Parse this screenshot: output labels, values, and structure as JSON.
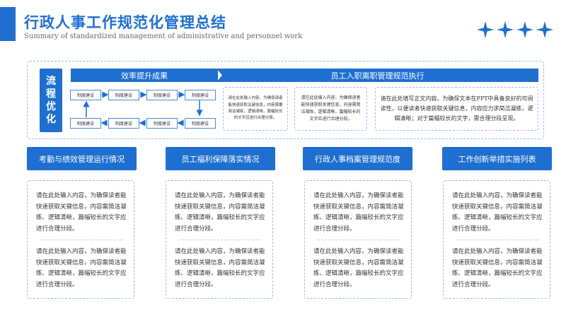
{
  "header": {
    "title": "行政人事工作规范化管理总结",
    "subtitle": "Summary of standardized management of administrative and personnel work"
  },
  "colors": {
    "accent": "#1e6fd0",
    "border": "#9dbbe2"
  },
  "flow": {
    "label": "流程优化",
    "banner_left": "效率提升成果",
    "banner_right": "员工入职离职管理规范执行",
    "steps": [
      "制度建设",
      "制度建设",
      "制度建设",
      "制度建设",
      "制度建设",
      "制度建设",
      "制度建设",
      "制度建设"
    ],
    "info_small_1": "请在此处输入内容，为确保读者能快速获取关键信息，内容需要简洁凝练，逻辑清晰，篇幅较长的文字应进行合理分段。",
    "info_small_2": "请在此处输入内容，为确保读者能快速获取关键信息，内容需简洁凝练，逻辑清晰，篇幅较长的文字应进行合理分段。",
    "info_large": "请在此处填写正文内容。为确保文本在PPT中具备良好的可阅读性，以便读者快速获取关键信息，内容应力求简洁凝练，逻辑清晰；对于篇幅较长的文字，需合理分段呈现。"
  },
  "columns": [
    {
      "title": "考勤与绩效管理运行情况",
      "para1": "请在此处输入内容，为确保读者能快速获取关键信息，内容需简洁凝练、逻辑清晰，篇幅较长的文字应进行合理分段。",
      "para2": "请在此处输入内容，为确保读者能快速获取关键信息，内容需简洁凝练、逻辑清晰，篇幅较长的文字应进行合理分段。"
    },
    {
      "title": "员工福利保障落实情况",
      "para1": "请在此处输入内容，为确保读者能快速获取关键信息，内容需简洁凝练、逻辑清晰，篇幅较长的文字应进行合理分段。",
      "para2": "请在此处输入内容，为确保读者能快速获取关键信息，内容需简洁凝练、逻辑清晰，篇幅较长的文字应进行合理分段。"
    },
    {
      "title": "行政人事档案管理规范度",
      "para1": "请在此处输入内容，为确保读者能快速获取关键信息，内容需简洁凝练、逻辑清晰，篇幅较长的文字应进行合理分段。",
      "para2": "请在此处输入内容，为确保读者能快速获取关键信息，内容需简洁凝练、逻辑清晰，篇幅较长的文字应进行合理分段。"
    },
    {
      "title": "工作创新举措实施列表",
      "para1": "请在此处输入内容，为确保读者能快速获取关键信息，内容需简洁凝练、逻辑清晰，篇幅较长的文字应进行合理分段。",
      "para2": "请在此处输入内容，为确保读者能快速获取关键信息，内容需简洁凝练、逻辑清晰，篇幅较长的文字应进行合理分段。"
    }
  ]
}
